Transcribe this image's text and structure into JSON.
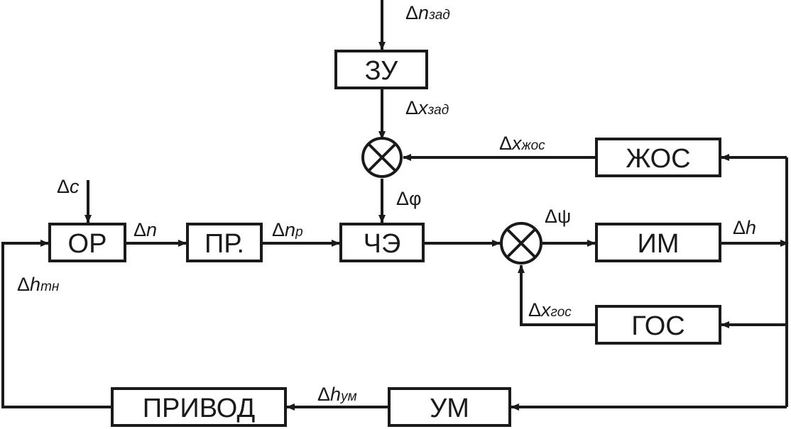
{
  "blocks": {
    "zu": "ЗУ",
    "zhos": "ЖОС",
    "or": "ОР",
    "pr": "ПР.",
    "che": "ЧЭ",
    "im": "ИМ",
    "gos": "ГОС",
    "privod": "ПРИВОД",
    "um": "УМ"
  },
  "signals": {
    "n_zad": {
      "sym": "Δ",
      "var": "n",
      "sub": "зад"
    },
    "x_zad": {
      "sym": "Δ",
      "var": "x",
      "sub": "зад"
    },
    "x_zhos": {
      "sym": "Δ",
      "var": "x",
      "sub": "жос"
    },
    "c": {
      "sym": "Δ",
      "var": "c",
      "sub": ""
    },
    "phi": {
      "sym": "Δφ",
      "var": "",
      "sub": ""
    },
    "n": {
      "sym": "Δ",
      "var": "n",
      "sub": ""
    },
    "n_p": {
      "sym": "Δ",
      "var": "n",
      "sub": "р"
    },
    "psi": {
      "sym": "Δψ",
      "var": "",
      "sub": ""
    },
    "h": {
      "sym": "Δ",
      "var": "h",
      "sub": ""
    },
    "h_tn": {
      "sym": "Δ",
      "var": "h",
      "sub": "тн"
    },
    "x_gos": {
      "sym": "Δ",
      "var": "x",
      "sub": "гос"
    },
    "h_um": {
      "sym": "Δ",
      "var": "h",
      "sub": "ум"
    }
  }
}
